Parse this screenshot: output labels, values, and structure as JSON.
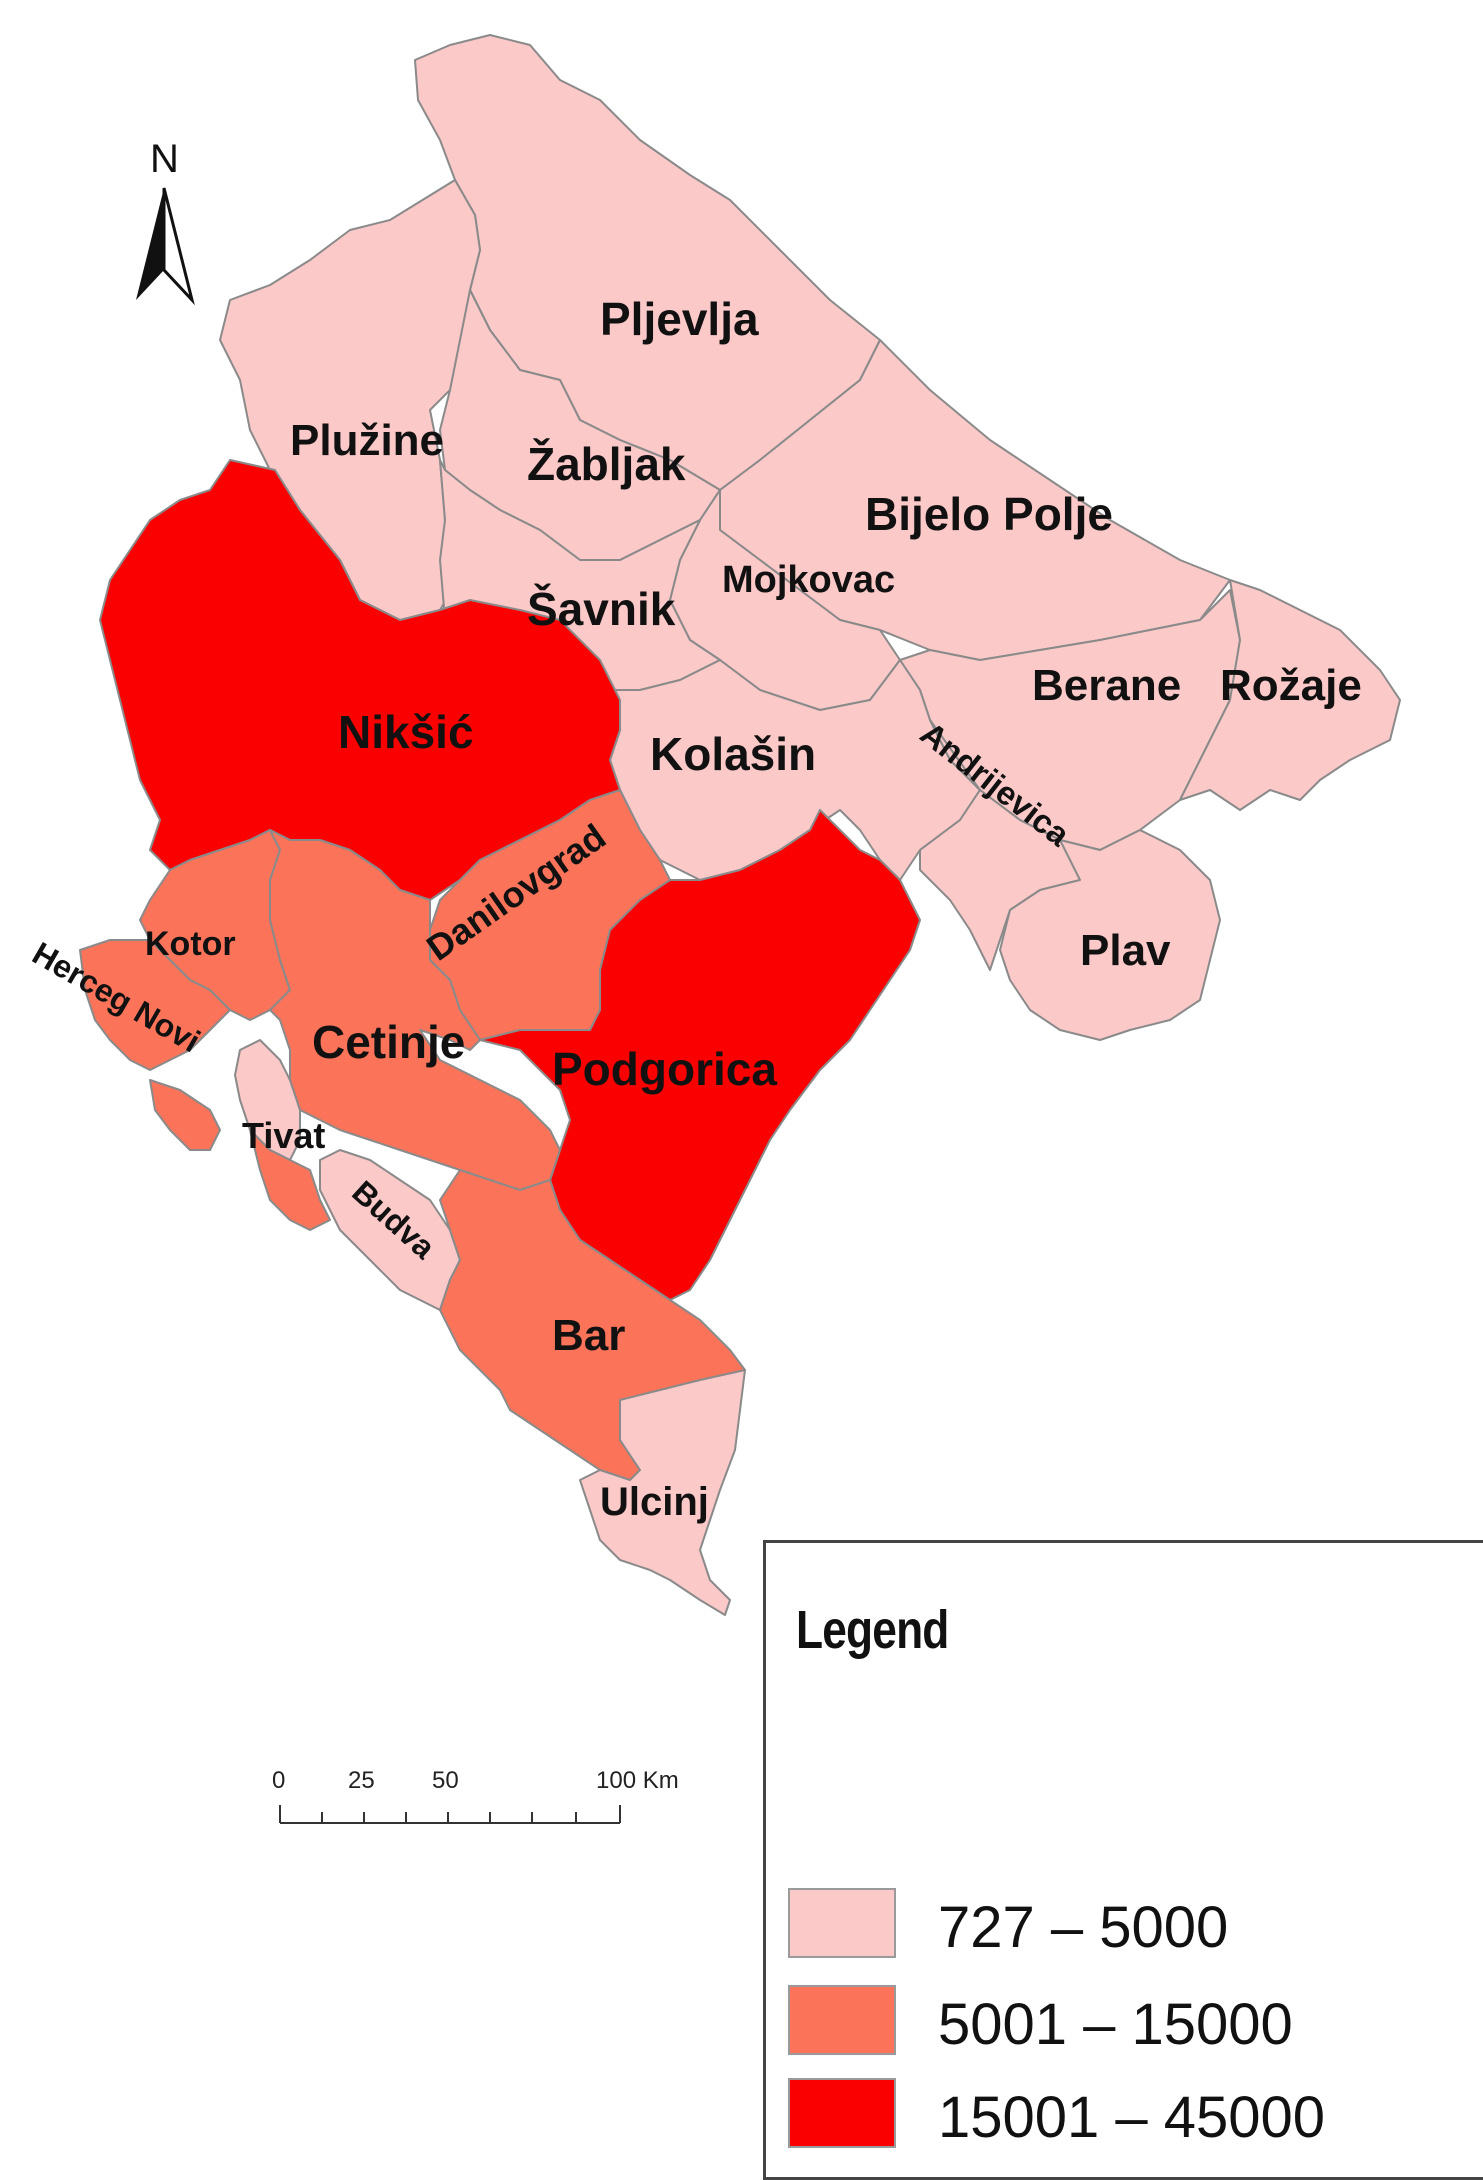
{
  "north_arrow": {
    "letter": "N"
  },
  "scale_bar": {
    "labels": [
      "0",
      "25",
      "50",
      "100 Km"
    ]
  },
  "legend": {
    "title": "Legend",
    "classes": [
      {
        "label": "727 – 5000",
        "color": "#fcc9c9"
      },
      {
        "label": "5001 – 15000",
        "color": "#fb7459"
      },
      {
        "label": "15001 – 45000",
        "color": "#fa0000"
      }
    ]
  },
  "municipalities": [
    {
      "id": "pljevlja",
      "name": "Pljevlja",
      "class": 0
    },
    {
      "id": "pluzine",
      "name": "Plužine",
      "class": 0
    },
    {
      "id": "zabljak",
      "name": "Žabljak",
      "class": 0
    },
    {
      "id": "bijelo-polje",
      "name": "Bijelo Polje",
      "class": 0
    },
    {
      "id": "mojkovac",
      "name": "Mojkovac",
      "class": 0
    },
    {
      "id": "savnik",
      "name": "Šavnik",
      "class": 0
    },
    {
      "id": "berane",
      "name": "Berane",
      "class": 0
    },
    {
      "id": "rozaje",
      "name": "Rožaje",
      "class": 0
    },
    {
      "id": "kolasin",
      "name": "Kolašin",
      "class": 0
    },
    {
      "id": "andrijevica",
      "name": "Andrijevica",
      "class": 0
    },
    {
      "id": "plav",
      "name": "Plav",
      "class": 0
    },
    {
      "id": "niksic",
      "name": "Nikšić",
      "class": 2
    },
    {
      "id": "danilovgrad",
      "name": "Danilovgrad",
      "class": 1
    },
    {
      "id": "podgorica",
      "name": "Podgorica",
      "class": 2
    },
    {
      "id": "kotor",
      "name": "Kotor",
      "class": 1
    },
    {
      "id": "herceg-novi",
      "name": "Herceg Novi",
      "class": 1
    },
    {
      "id": "cetinje",
      "name": "Cetinje",
      "class": 1
    },
    {
      "id": "tivat",
      "name": "Tivat",
      "class": 0
    },
    {
      "id": "budva",
      "name": "Budva",
      "class": 0
    },
    {
      "id": "bar",
      "name": "Bar",
      "class": 1
    },
    {
      "id": "ulcinj",
      "name": "Ulcinj",
      "class": 0
    }
  ]
}
